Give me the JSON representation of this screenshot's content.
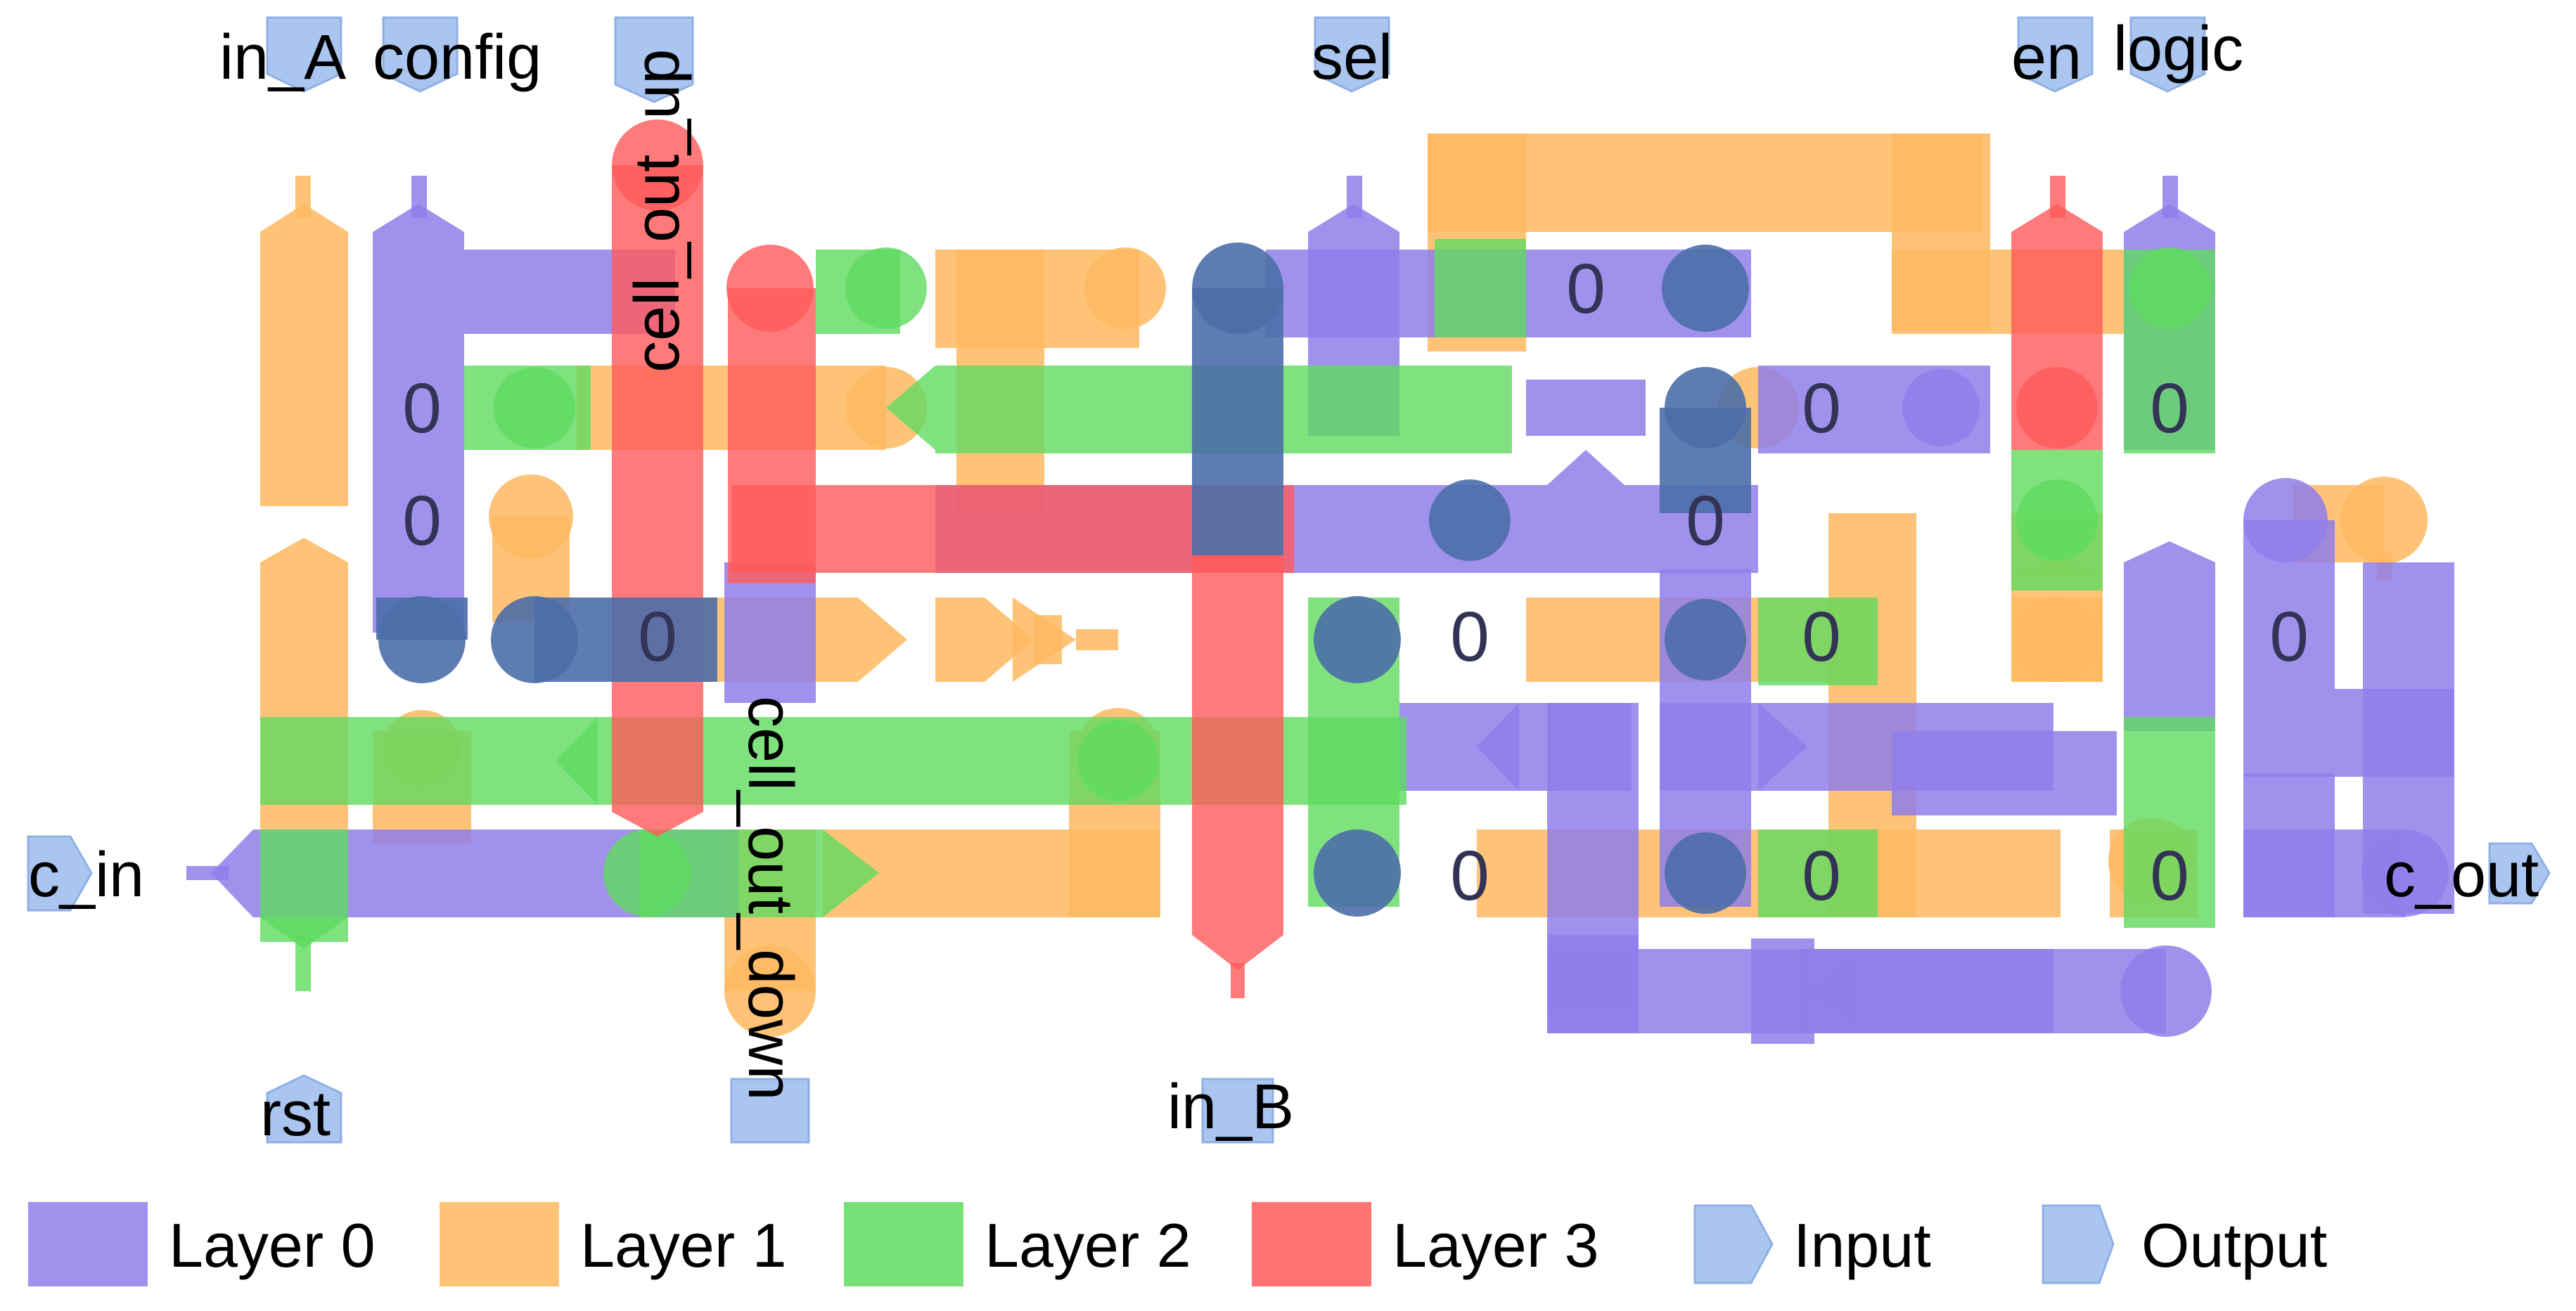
{
  "diagram": {
    "colors": {
      "layer0": "#8f7eea",
      "layer1": "#ffb860",
      "layer2": "#5fdb5f",
      "layer3": "#ff5a5a",
      "via": "#4b6ea8",
      "port": "#a9c5f0",
      "text": "#000000"
    },
    "ports": {
      "in_A": "in_A",
      "config": "config",
      "cell_out_up": "cell_out_up",
      "sel": "sel",
      "en": "en",
      "logic": "logic",
      "c_in": "c_in",
      "c_out": "c_out",
      "cell_out_down": "cell_out_down",
      "rst": "rst",
      "in_B": "in_B"
    },
    "cell_value": "0",
    "legend": [
      {
        "key": "layer0",
        "label": "Layer 0",
        "swatch": "rect",
        "color": "#8f7eea"
      },
      {
        "key": "layer1",
        "label": "Layer 1",
        "swatch": "rect",
        "color": "#ffb860"
      },
      {
        "key": "layer2",
        "label": "Layer 2",
        "swatch": "rect",
        "color": "#5fdb5f"
      },
      {
        "key": "layer3",
        "label": "Layer 3",
        "swatch": "rect",
        "color": "#ff5a5a"
      },
      {
        "key": "input",
        "label": "Input",
        "swatch": "input-port",
        "color": "#a9c5f0"
      },
      {
        "key": "output",
        "label": "Output",
        "swatch": "output-port",
        "color": "#a9c5f0"
      }
    ]
  }
}
